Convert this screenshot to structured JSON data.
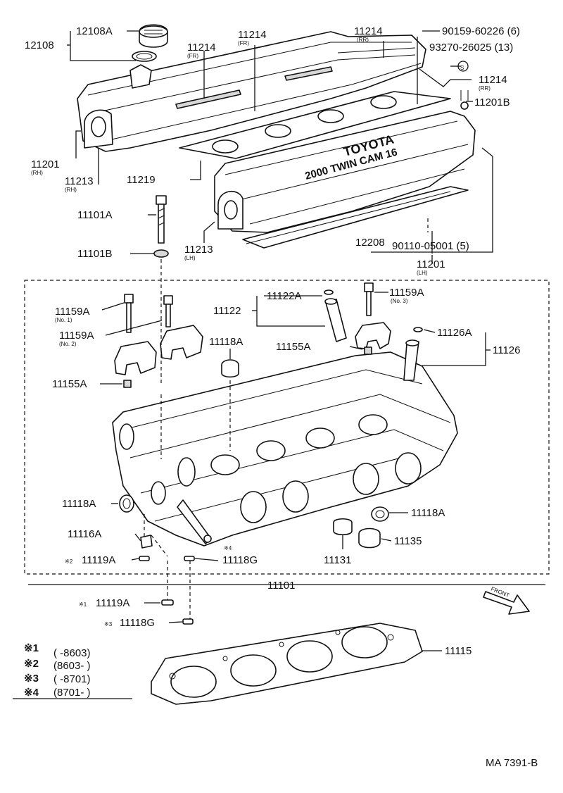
{
  "callouts": {
    "c12108A": "12108A",
    "c12108": "12108",
    "c11214_fr_a": "11214",
    "c11214_fr_a_sub": "(FR)",
    "c11214_fr_b": "11214",
    "c11214_fr_b_sub": "(FR)",
    "c11214_rr_a": "11214",
    "c11214_rr_a_sub": "(RR)",
    "c11214_rr_b": "11214",
    "c11214_rr_b_sub": "(RR)",
    "c90159": "90159-60226 (6)",
    "c93270": "93270-26025 (13)",
    "c_s_symbol": "S",
    "c11201B": "11201B",
    "c11201_rh": "11201",
    "c11201_rh_sub": "(RH)",
    "c11213_rh": "11213",
    "c11213_rh_sub": "(RH)",
    "c11219": "11219",
    "c11101A": "11101A",
    "c11213_lh": "11213",
    "c11213_lh_sub": "(LH)",
    "c12208": "12208",
    "c90110": "90110-05001 (5)",
    "c11201_lh": "11201",
    "c11201_lh_sub": "(LH)",
    "c11101B": "11101B",
    "c11122A": "11122A",
    "c11159A_no3": "11159A",
    "c11159A_no3_sub": "(No. 3)",
    "c11159A_no1": "11159A",
    "c11159A_no1_sub": "(No. 1)",
    "c11122": "11122",
    "c11126A": "11126A",
    "c11159A_no2": "11159A",
    "c11159A_no2_sub": "(No. 2)",
    "c11118A_top": "11118A",
    "c11155A_top": "11155A",
    "c11126": "11126",
    "c11155A_left": "11155A",
    "c11118A_left": "11118A",
    "c11118A_right": "11118A",
    "c11116A": "11116A",
    "c11135": "11135",
    "c_mark4": "※4",
    "c11119A_in": "11119A",
    "c_mark2_in": "※2",
    "c11118G_in": "11118G",
    "c11131": "11131",
    "c11101": "11101",
    "c11119A_out": "11119A",
    "c_mark1_out": "※1",
    "c11118G_out": "11118G",
    "c_mark3_out": "※3",
    "c11115": "11115"
  },
  "cover_text": {
    "brand": "TOYOTA",
    "engine": "2000 TWIN CAM 16"
  },
  "front_marker": "FRONT",
  "legend": [
    {
      "mark": "※1",
      "range": "(      -8603)"
    },
    {
      "mark": "※2",
      "range": "(8603-      )"
    },
    {
      "mark": "※3",
      "range": "(      -8701)"
    },
    {
      "mark": "※4",
      "range": "(8701-      )"
    }
  ],
  "figure_code": "MA 7391-B"
}
